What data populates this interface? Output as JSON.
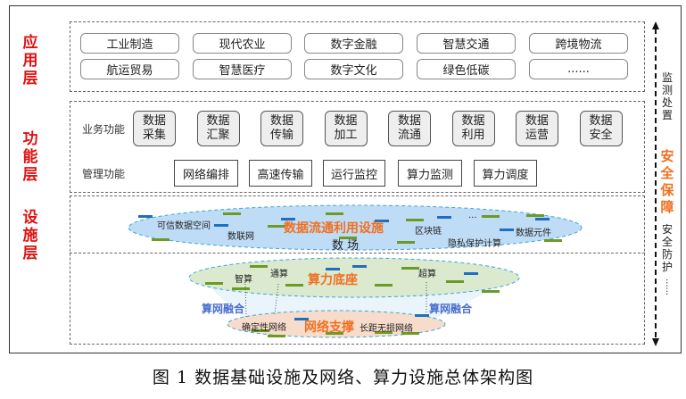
{
  "layers": {
    "app": "应用层",
    "func": "功能层",
    "infra": "设施层"
  },
  "app_items": [
    "工业制造",
    "现代农业",
    "数字金融",
    "智慧交通",
    "跨境物流",
    "航运贸易",
    "智慧医疗",
    "数字文化",
    "绿色低碳",
    "......"
  ],
  "func": {
    "business_label": "业务功能",
    "management_label": "管理功能",
    "business": [
      [
        "数据",
        "采集"
      ],
      [
        "数据",
        "汇聚"
      ],
      [
        "数据",
        "传输"
      ],
      [
        "数据",
        "加工"
      ],
      [
        "数据",
        "流通"
      ],
      [
        "数据",
        "利用"
      ],
      [
        "数据",
        "运营"
      ],
      [
        "数据",
        "安全"
      ]
    ],
    "management": [
      "网络编排",
      "高速传输",
      "运行监控",
      "算力监测",
      "算力调度"
    ]
  },
  "infra": {
    "data_title": "数据流通利用设施",
    "data_sub": "数 场",
    "data_items": [
      "可信数据空间",
      "数联网",
      "区块链",
      "隐私保护计算",
      "数据元件",
      "..."
    ],
    "compute_title": "算力底座",
    "compute_items": [
      "智算",
      "通算",
      "超算"
    ],
    "fusion": "算网融合",
    "net_title": "网络支撑",
    "net_items": [
      "确定性网络",
      "长距无损网络"
    ]
  },
  "security": {
    "top": "监测处置",
    "main": "安全保障",
    "bottom": "安全防护",
    "more": "......"
  },
  "colors": {
    "layer": "#e01010",
    "accent": "#f07020",
    "fusion": "#4a6ecf"
  },
  "caption": "图 1  数据基础设施及网络、算力设施总体架构图"
}
